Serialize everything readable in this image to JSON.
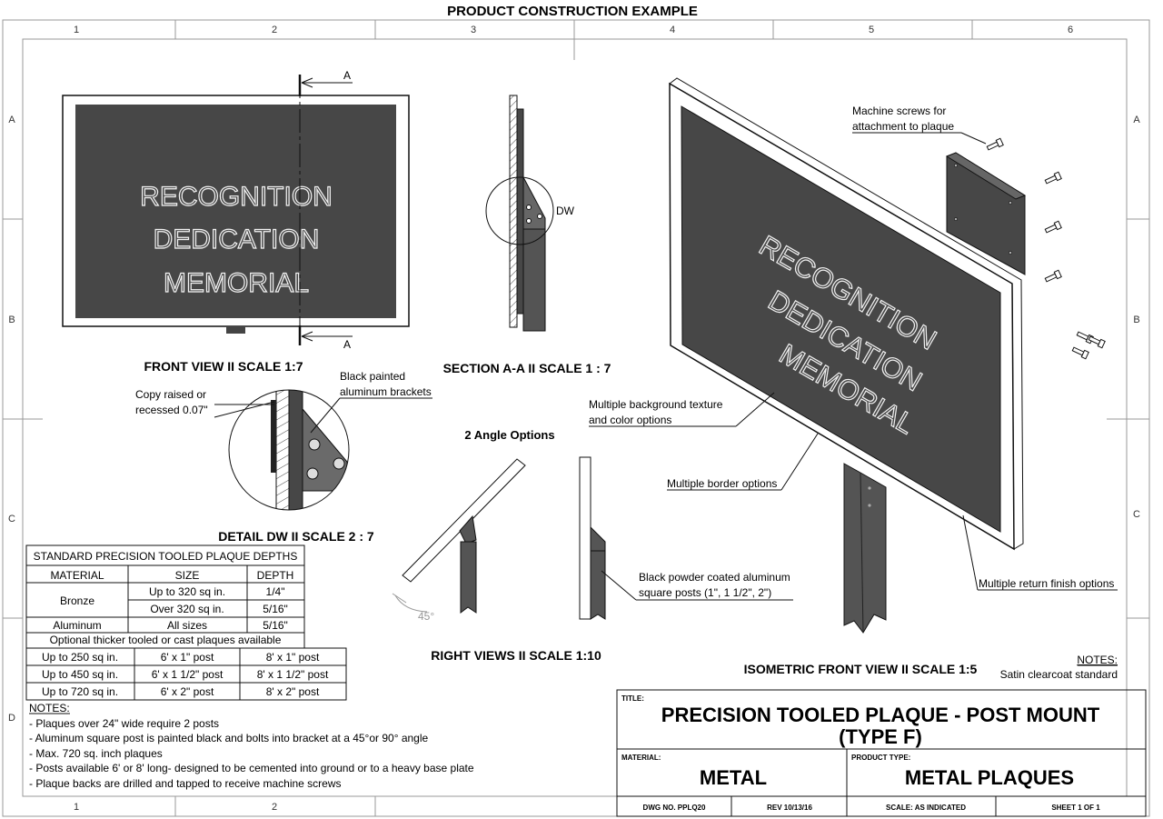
{
  "header": {
    "title": "PRODUCT CONSTRUCTION EXAMPLE"
  },
  "grid": {
    "columns": [
      "1",
      "2",
      "3",
      "4",
      "5",
      "6"
    ],
    "rows": [
      "A",
      "B",
      "C",
      "D"
    ],
    "bottom_columns": [
      "1",
      "2"
    ]
  },
  "front_view": {
    "lines": [
      "RECOGNITION",
      "DEDICATION",
      "MEMORIAL"
    ],
    "section_marker": "A",
    "caption": "FRONT VIEW II SCALE 1:7"
  },
  "section_view": {
    "callout": "DW",
    "caption": "SECTION A-A II SCALE 1 : 7"
  },
  "detail_view": {
    "copy_label": [
      "Copy raised or",
      "recessed 0.07\""
    ],
    "bracket_label": [
      "Black painted",
      "aluminum brackets"
    ],
    "caption": "DETAIL DW II SCALE 2 : 7"
  },
  "right_views": {
    "options_title": "2 Angle Options",
    "angle_label": "45°",
    "post_label": [
      "Black powder coated aluminum",
      "square posts (1\", 1 1/2\", 2\")"
    ],
    "caption": "RIGHT VIEWS II SCALE 1:10"
  },
  "iso_view": {
    "lines": [
      "RECOGNITION",
      "DEDICATION",
      "MEMORIAL"
    ],
    "screws_label": [
      "Machine screws for",
      "attachment to plaque"
    ],
    "texture_label": [
      "Multiple background texture",
      "and color options"
    ],
    "border_label": "Multiple border options",
    "return_label": "Multiple return finish options",
    "caption": "ISOMETRIC FRONT VIEW II SCALE 1:5",
    "notes_title": "NOTES:",
    "notes_text": "Satin clearcoat standard"
  },
  "depth_table": {
    "title": "STANDARD PRECISION TOOLED PLAQUE DEPTHS",
    "headers": [
      "MATERIAL",
      "SIZE",
      "DEPTH"
    ],
    "bronze": {
      "material": "Bronze",
      "rows": [
        [
          "Up to 320 sq in.",
          "1/4\""
        ],
        [
          "Over 320 sq in.",
          "5/16\""
        ]
      ]
    },
    "aluminum": [
      "Aluminum",
      "All sizes",
      "5/16\""
    ],
    "footer": "Optional thicker tooled or cast plaques available"
  },
  "post_table": {
    "rows": [
      [
        "Up to 250 sq in.",
        "6' x 1\" post",
        "8' x 1\" post"
      ],
      [
        "Up to 450 sq in.",
        "6' x 1 1/2\" post",
        "8' x 1 1/2\" post"
      ],
      [
        "Up to 720 sq in.",
        "6' x 2\" post",
        "8' x 2\" post"
      ]
    ]
  },
  "notes": {
    "title": "NOTES:",
    "items": [
      "- Plaques over 24\" wide require 2 posts",
      "- Aluminum square post is painted black and bolts into bracket at a 45°or 90° angle",
      "- Max. 720 sq. inch plaques",
      "- Posts available 6' or 8' long- designed to be cemented into ground or to a heavy base plate",
      "- Plaque backs are drilled and tapped to receive machine screws"
    ]
  },
  "title_block": {
    "title_label": "TITLE:",
    "title_line1": "PRECISION TOOLED PLAQUE - POST MOUNT",
    "title_line2": "(TYPE F)",
    "material_label": "MATERIAL:",
    "material_value": "METAL",
    "product_type_label": "PRODUCT TYPE:",
    "product_type_value": "METAL PLAQUES",
    "dwg_no": "DWG NO. PPLQ20",
    "rev": "REV 10/13/16",
    "scale": "SCALE: AS INDICATED",
    "sheet": "SHEET 1 OF 1"
  },
  "colors": {
    "plaque_face": "#474747",
    "post": "#545454",
    "line": "#111111"
  }
}
